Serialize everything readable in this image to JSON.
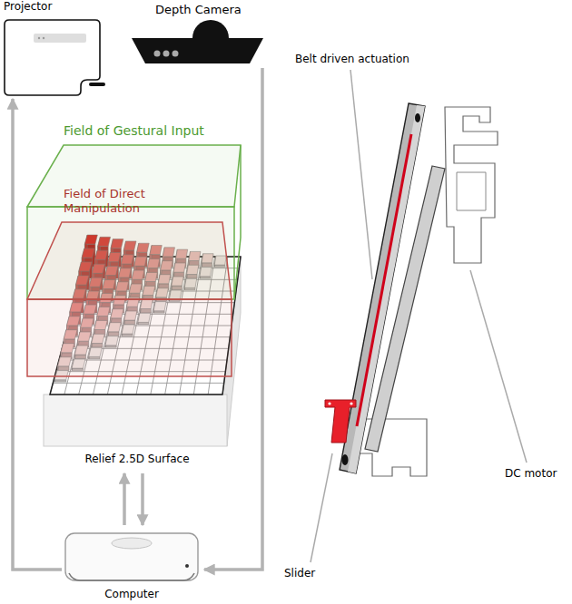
{
  "diagram": {
    "nodes": [
      {
        "text": [
          "Projector"
        ]
      },
      {
        "text": [
          "Depth Camera"
        ]
      },
      {
        "text": [
          "Field of Gestural Input"
        ]
      },
      {
        "text": [
          "Field of Direct Manipulation"
        ]
      },
      {
        "text": [
          "Relief 2.5D Surface"
        ]
      },
      {
        "text": [
          "Computer"
        ]
      }
    ],
    "edges": [
      {
        "from": 5,
        "to": 0,
        "arrow": "to"
      },
      {
        "from": 1,
        "to": 5,
        "arrow": "to"
      },
      {
        "from": 5,
        "to": 4,
        "arrow": "to"
      },
      {
        "from": 4,
        "to": 5,
        "arrow": "to"
      }
    ],
    "labels": [
      "Belt driven actuation",
      "DC motor",
      "Slider"
    ]
  }
}
